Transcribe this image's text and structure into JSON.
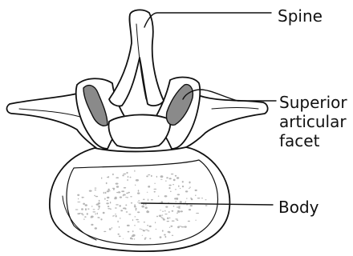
{
  "labels": {
    "spine": "Spine",
    "facet_line1": "Superior",
    "facet_line2": "articular",
    "facet_line3": "facet",
    "body": "Body"
  },
  "colors": {
    "ink": "#111111",
    "facet_fill": "#8a8a8a",
    "body_speckle": "#b5b5b5",
    "background": "#ffffff"
  }
}
